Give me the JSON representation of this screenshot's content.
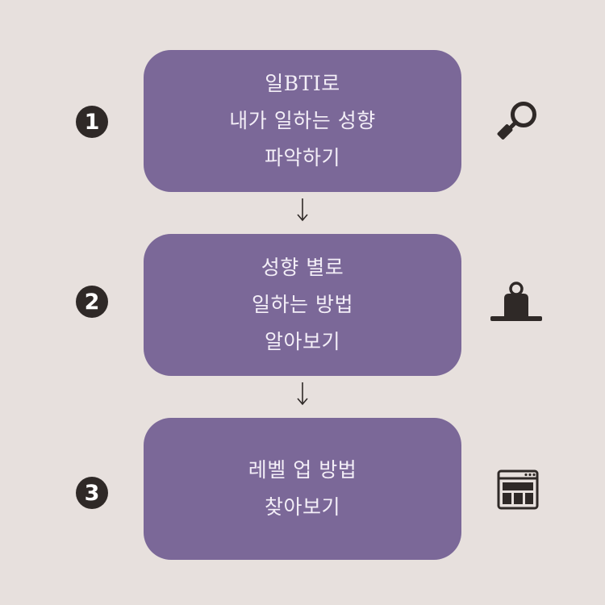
{
  "steps": [
    {
      "number": "1",
      "lines": [
        "일BTI로",
        "내가 일하는 성향",
        "파악하기"
      ],
      "icon": "magnifier-icon"
    },
    {
      "number": "2",
      "lines": [
        "성향 별로",
        "일하는 방법",
        "알아보기"
      ],
      "icon": "person-at-laptop-icon"
    },
    {
      "number": "3",
      "lines": [
        "레벨 업 방법",
        "찾아보기"
      ],
      "icon": "browser-window-icon"
    }
  ],
  "colors": {
    "background": "#e7e0dd",
    "box": "#7b6898",
    "box_text": "#f3eef7",
    "dark": "#2f2927"
  }
}
